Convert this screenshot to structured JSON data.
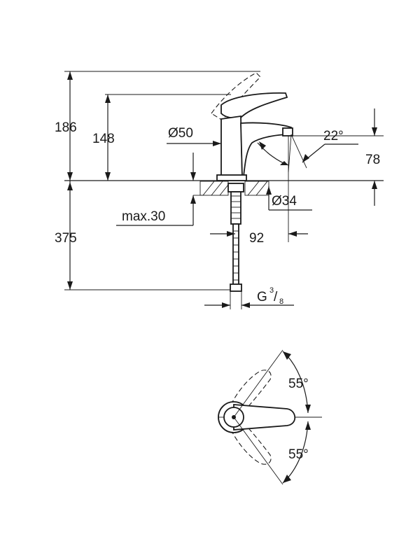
{
  "side_view": {
    "dim_total_height": "186",
    "dim_spout_height": "148",
    "dim_body_diameter": "Ø50",
    "dim_lever_angle": "22°",
    "dim_spout_outlet_height": "78",
    "dim_hole_diameter": "Ø34",
    "dim_max_deck_thickness": "max.30",
    "dim_spout_reach": "92",
    "dim_hose_length": "375",
    "dim_thread_letter": "G",
    "dim_thread_num": "3",
    "dim_thread_slash": "/",
    "dim_thread_den": "8"
  },
  "top_view": {
    "dim_rotation_upper": "55°",
    "dim_rotation_lower": "55°"
  }
}
